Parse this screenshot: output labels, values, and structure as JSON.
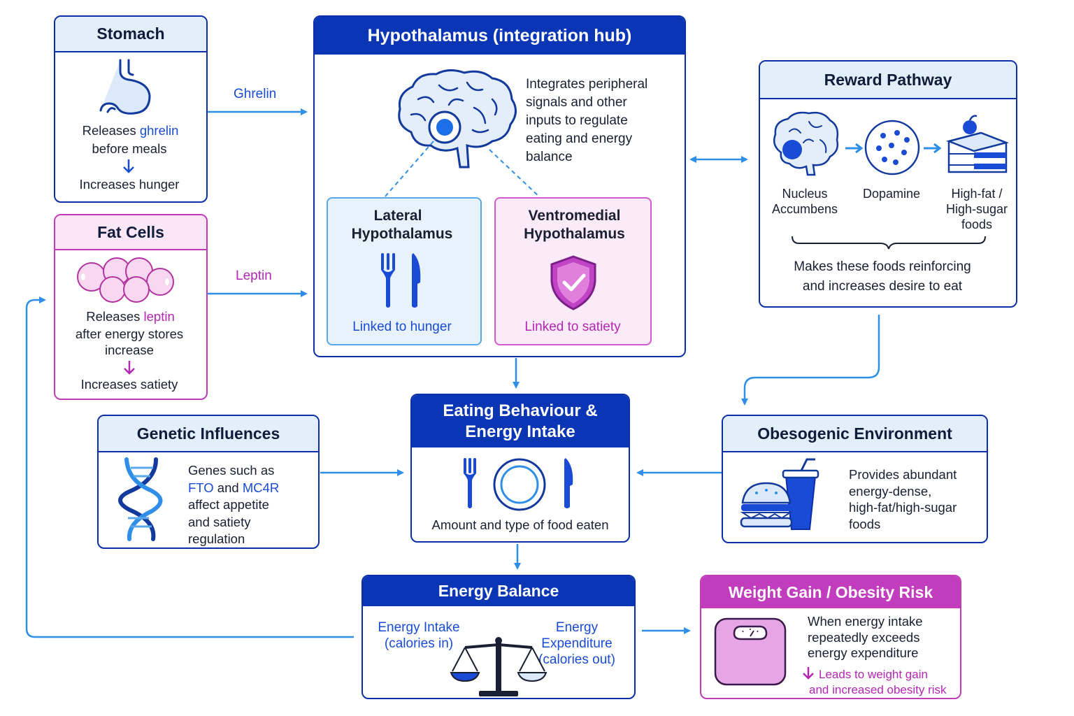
{
  "stomach": {
    "title": "Stomach",
    "line1a": "Releases ",
    "line1b": "ghrelin",
    "line2": "before meals",
    "effect": "Increases hunger"
  },
  "fat_cells": {
    "title": "Fat Cells",
    "line1a": "Releases ",
    "line1b": "leptin",
    "line2": "after energy stores",
    "line3": "increase",
    "effect": "Increases satiety"
  },
  "arrows": {
    "ghrelin": "Ghrelin",
    "leptin": "Leptin"
  },
  "hypothalamus": {
    "title": "Hypothalamus (integration hub)",
    "desc_lines": [
      "Integrates peripheral",
      "signals and other",
      "inputs to regulate",
      "eating and energy",
      "balance"
    ],
    "lateral": {
      "title_l1": "Lateral",
      "title_l2": "Hypothalamus",
      "caption": "Linked to hunger"
    },
    "ventromedial": {
      "title_l1": "Ventromedial",
      "title_l2": "Hypothalamus",
      "caption": "Linked to satiety"
    }
  },
  "reward": {
    "title": "Reward Pathway",
    "nucleus_l1": "Nucleus",
    "nucleus_l2": "Accumbens",
    "dopamine": "Dopamine",
    "foods_l1": "High-fat /",
    "foods_l2": "High-sugar",
    "foods_l3": "foods",
    "note_l1": "Makes these foods reinforcing",
    "note_l2": "and increases desire to eat"
  },
  "genetic": {
    "title": "Genetic Influences",
    "l1": "Genes such as",
    "gene1": "FTO",
    "and": " and ",
    "gene2": "MC4R",
    "l3": "affect appetite",
    "l4": "and satiety",
    "l5": "regulation"
  },
  "eating": {
    "title_l1": "Eating Behaviour &",
    "title_l2": "Energy Intake",
    "caption": "Amount and type of food eaten"
  },
  "environment": {
    "title": "Obesogenic Environment",
    "lines": [
      "Provides abundant",
      "energy-dense,",
      "high-fat/high-sugar",
      "foods"
    ]
  },
  "energy_balance": {
    "title": "Energy Balance",
    "intake_l1": "Energy Intake",
    "intake_l2": "(calories in)",
    "expend_l1": "Energy Expenditure",
    "expend_l2": "(calories out)"
  },
  "weight": {
    "title": "Weight Gain / Obesity Risk",
    "lines": [
      "When energy intake",
      "repeatedly exceeds",
      "energy expenditure"
    ],
    "lead_l1": "Leads to weight gain",
    "lead_l2": "and increased obesity risk"
  },
  "colors": {
    "navy": "#0b2fa8",
    "arrow_blue": "#2f8fe8",
    "magenta": "#c13dbd",
    "light_blue": "#e3eefb",
    "light_pink": "#fae6f6"
  }
}
